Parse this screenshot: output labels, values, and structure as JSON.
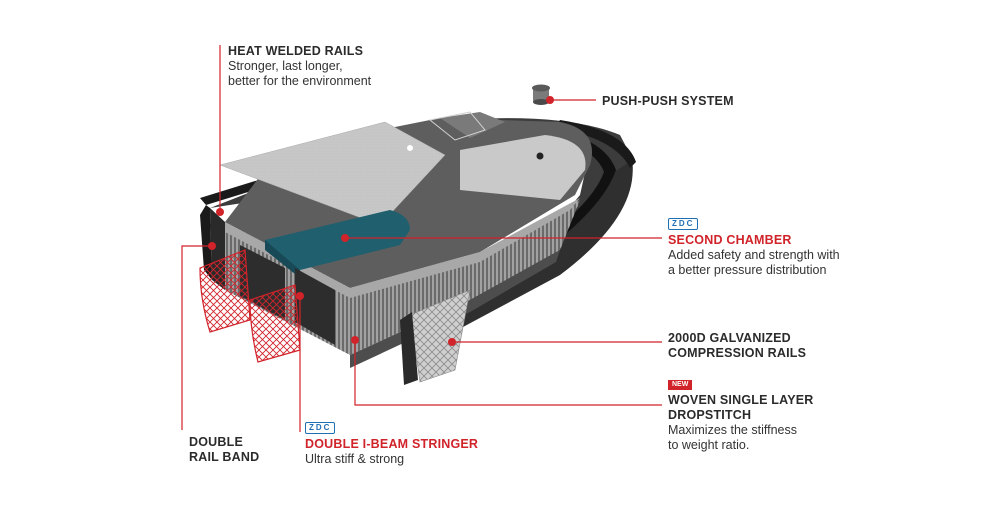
{
  "labels": {
    "heat_welded_rails": {
      "title": "HEAT WELDED RAILS",
      "desc_lines": [
        "Stronger, last longer,",
        "better for the environment"
      ]
    },
    "push_push_system": {
      "title": "PUSH-PUSH SYSTEM"
    },
    "second_chamber": {
      "badge": "ZDC",
      "title": "SECOND CHAMBER",
      "desc_lines": [
        "Added safety and strength with",
        "a better pressure distribution"
      ]
    },
    "compression_rails": {
      "title_lines": [
        "2000D GALVANIZED",
        "COMPRESSION RAILS"
      ]
    },
    "woven_dropstitch": {
      "badge": "NEW",
      "title_lines": [
        "WOVEN SINGLE LAYER",
        "DROPSTITCH"
      ],
      "desc_lines": [
        "Maximizes the stiffness",
        "to weight ratio."
      ]
    },
    "double_rail_band": {
      "title_lines": [
        "DOUBLE",
        "RAIL BAND"
      ]
    },
    "double_ibeam_stringer": {
      "badge": "ZDC",
      "title": "DOUBLE I-BEAM STRINGER",
      "desc_lines": [
        "Ultra stiff & strong"
      ]
    }
  },
  "colors": {
    "accent_red": "#d1232a",
    "zdc_blue": "#1f6fb5",
    "board_dark": "#3a3a3a",
    "board_mid": "#5a5a5a",
    "deck_grey": "#bfbfbf",
    "chamber_teal": "#1f5f6e"
  }
}
